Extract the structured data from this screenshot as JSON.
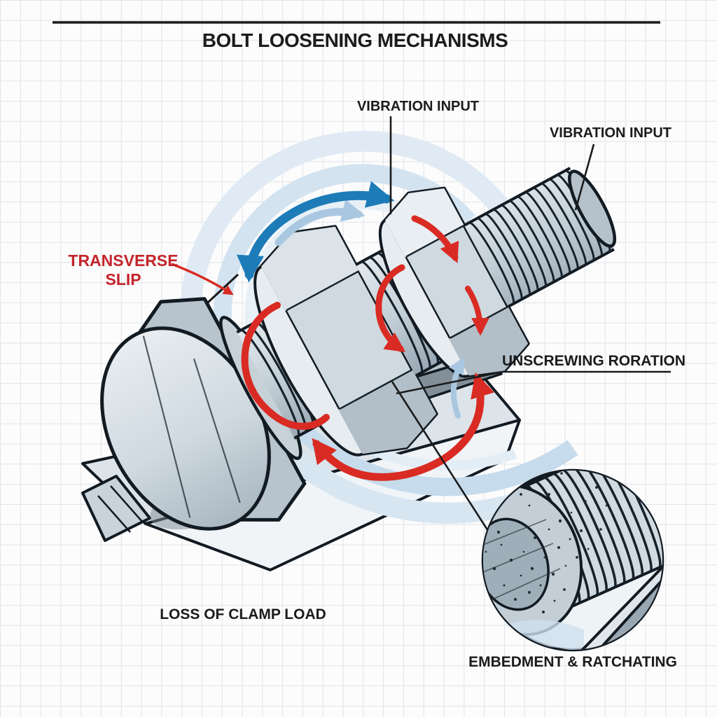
{
  "title": "BOLT LOOSENING MECHANISMS",
  "labels": {
    "vibration_input_left": "VIBRATION INPUT",
    "vibration_input_right": "VIBRATION INPUT",
    "transverse_slip_line1": "TRANSVERSE",
    "transverse_slip_line2": "SLIP",
    "unscrewing_rotation": "UNSCREWING RORATION",
    "loss_of_clamp_load": "LOSS OF CLAMP LOAD",
    "embedment_ratcheting": "EMBEDMENT & RATCHATING"
  },
  "icons": {
    "oscillation_arrow": "double-headed curved blue arrow",
    "micro_slip_arrow": "light blue curved arrow",
    "unscrewing_arrows": "red curved arrows",
    "transverse_slip_pointer": "thin red leader arrow"
  },
  "colors": {
    "accent_red": "#d92b23",
    "label_red": "#c4242b",
    "arrow_blue": "#1d7cb8",
    "arrow_light_blue": "#a9c7e0",
    "background_arc_blue": "#d3e3f0",
    "ink": "#1b1b1b",
    "outline": "#121a22",
    "metal_light": "#e6ecf0",
    "metal_mid": "#c7d2da",
    "metal_dark": "#9aabb6",
    "grid_line": "#e0e3e6",
    "paper": "#fcfcfd"
  }
}
